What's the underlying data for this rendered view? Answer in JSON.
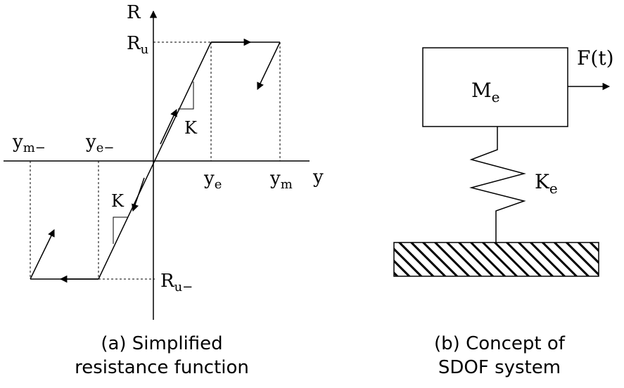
{
  "panel_a": {
    "axis_labels": {
      "r": "R",
      "y": "y",
      "ru": "R",
      "ru_sub": "u",
      "ru_neg": "R",
      "ru_neg_sub": "u−",
      "ye": "y",
      "ye_sub": "e",
      "ym": "y",
      "ym_sub": "m",
      "ye_neg": "y",
      "ye_neg_sub": "e−",
      "ym_neg": "y",
      "ym_neg_sub": "m−"
    },
    "stiffness_label_upper": "K",
    "stiffness_label_lower": "K",
    "caption_line1": "(a) Simplified",
    "caption_line2": "resistance function"
  },
  "panel_b": {
    "mass_label": "M",
    "mass_sub": "e",
    "force_label": "F(t)",
    "spring_label": "K",
    "spring_sub": "e",
    "caption_line1": "(b) Concept of",
    "caption_line2": "SDOF system"
  }
}
